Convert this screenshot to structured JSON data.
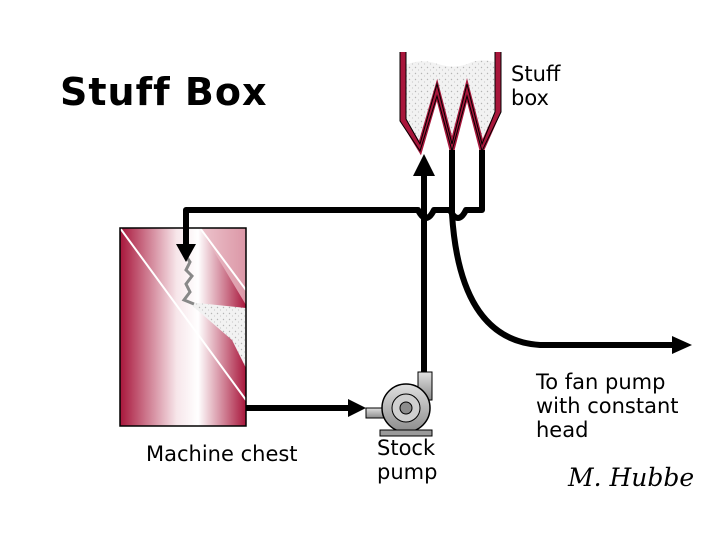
{
  "title": "Stuff Box",
  "labels": {
    "stuff_box": "Stuff\nbox",
    "machine_chest": "Machine chest",
    "stock_pump": "Stock\npump",
    "fan_pump": "To fan pump\nwith constant\nhead",
    "author": "M. Hubbe"
  },
  "colors": {
    "maroon": "#a8163b",
    "pink_light": "#f4d4d9",
    "pipe": "#000000",
    "pump_gray": "#b8b8b8",
    "stock_speckle": "#e9e9e9"
  }
}
